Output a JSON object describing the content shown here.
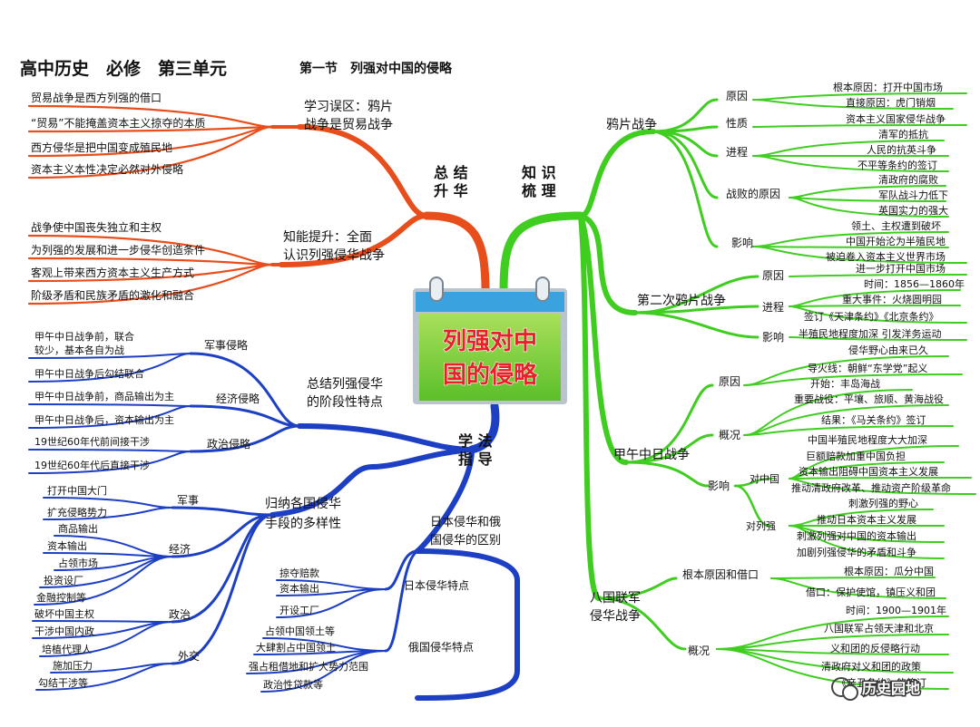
{
  "title": {
    "main": "高中历史　必修　第三单元",
    "section": "第一节　列强对中国的侵略"
  },
  "center": {
    "line1": "列强对中",
    "line2": "国的侵略"
  },
  "hubs": {
    "summary": {
      "l1": "总 结",
      "l2": "升 华"
    },
    "knowledge": {
      "l1": "知 识",
      "l2": "梳 理"
    },
    "method": {
      "l1": "学 法",
      "l2": "指 导"
    }
  },
  "summary": {
    "misconception": {
      "l1": "学习误区：鸦片",
      "l2": "战争是贸易战争",
      "items": [
        "贸易战争是西方列强的借口",
        "“贸易”不能掩盖资本主义掠夺的本质",
        "西方侵华是把中国变成殖民地",
        "资本主义本性决定必然对外侵略"
      ]
    },
    "knowledge_up": {
      "l1": "知能提升：全面",
      "l2": "认识列强侵华战争",
      "items": [
        "战争使中国丧失独立和主权",
        "为列强的发展和进一步侵华创造条件",
        "客观上带来西方资本主义生产方式",
        "阶级矛盾和民族矛盾的激化和融合"
      ]
    }
  },
  "method": {
    "stages": {
      "l1": "总结列强侵华",
      "l2": "的阶段性特点",
      "military": {
        "label": "军事侵略",
        "items": [
          [
            "甲午中日战争前，联合",
            "较少，基本各自为战"
          ],
          [
            "甲午中日战争后勾结联合"
          ]
        ]
      },
      "economic": {
        "label": "经济侵略",
        "items": [
          "甲午中日战争前，商品输出为主",
          "甲午中日战争后，资本输出为主"
        ]
      },
      "political": {
        "label": "政治侵略",
        "items": [
          "19世纪60年代前间接干涉",
          "19世纪60年代后直接干涉"
        ]
      }
    },
    "means": {
      "l1": "归纳各国侵华",
      "l2": "手段的多样性",
      "military": {
        "label": "军事",
        "items": [
          "打开中国大门",
          "扩充侵略势力"
        ]
      },
      "economic": {
        "label": "经济",
        "items": [
          "商品输出",
          "资本输出",
          "占领市场",
          "投资设厂",
          "金融控制等"
        ]
      },
      "political": {
        "label": "政治",
        "items": [
          "破坏中国主权",
          "干涉中国内政",
          "培植代理人"
        ]
      },
      "diplomacy": {
        "label": "外交",
        "items": [
          "施加压力",
          "勾结干涉等"
        ]
      }
    },
    "compare": {
      "l1": "日本侵华和俄",
      "l2": "国侵华的区别",
      "japan": {
        "label": "日本侵华特点",
        "items": [
          "掠夺赔款",
          "资本输出",
          "开设工厂"
        ]
      },
      "russia": {
        "label": "俄国侵华特点",
        "items": [
          "占领中国领土等",
          "大肆割占中国领土",
          "强占租借地和扩大势力范围",
          "政治性贷款等"
        ]
      }
    }
  },
  "knowledge": {
    "opium": {
      "label": "鸦片战争",
      "cause": {
        "label": "原因",
        "items": [
          "根本原因：打开中国市场",
          "直接原因：虎门销烟"
        ]
      },
      "nature": {
        "label": "性质",
        "items": [
          "资本主义国家侵华战争"
        ]
      },
      "process": {
        "label": "进程",
        "items": [
          "清军的抵抗",
          "人民的抗英斗争",
          "不平等条约的签订"
        ]
      },
      "defeat": {
        "label": "战败的原因",
        "items": [
          "清政府的腐败",
          "军队战斗力低下",
          "英国实力的强大"
        ]
      },
      "impact": {
        "label": "影响",
        "items": [
          "领土、主权遭到破坏",
          "中国开始沦为半殖民地",
          "被迫卷入资本主义世界市场"
        ]
      }
    },
    "opium2": {
      "label": "第二次鸦片战争",
      "cause": {
        "label": "原因",
        "items": [
          "进一步打开中国市场"
        ]
      },
      "process": {
        "label": "进程",
        "items": [
          "时间：1856—1860年",
          "重大事件：火烧圆明园",
          "签订《天津条约》《北京条约》"
        ]
      },
      "impact": {
        "label": "影响",
        "items": [
          "半殖民地程度加深  引发洋务运动"
        ]
      }
    },
    "sino_japanese": {
      "label": "甲午中日战争",
      "cause": {
        "label": "原因",
        "items": [
          "侵华野心由来已久",
          "导火线：朝鲜“东学党”起义"
        ]
      },
      "overview": {
        "label": "概况",
        "items": [
          "开始：丰岛海战",
          "重要战役：平壤、旅顺、黄海战役",
          "结果：《马关条约》签订"
        ]
      },
      "impact": {
        "label": "影响",
        "to_china": {
          "label": "对中国",
          "items": [
            "中国半殖民地程度大大加深",
            "巨额赔款加重中国负担",
            "资本输出阻碍中国资本主义发展",
            "推动清政府改革、推动资产阶级革命"
          ]
        },
        "to_powers": {
          "label": "对列强",
          "items": [
            "刺激列强的野心",
            "推动日本资本主义发展",
            "刺激列强对中国的资本输出",
            "加剧列强侵华的矛盾和斗争"
          ]
        }
      }
    },
    "eight_nation": {
      "l1": "八国联军",
      "l2": "侵华战争",
      "cause": {
        "label": "根本原因和借口",
        "items": [
          "根本原因：瓜分中国",
          "借口：保护使馆，镇压义和团"
        ]
      },
      "overview": {
        "label": "概况",
        "items": [
          "时间：1900—1901年",
          "八国联军占领天津和北京",
          "义和团的反侵略行动",
          "清政府对义和团的政策",
          "《辛丑条约》的签订"
        ]
      }
    }
  },
  "watermark": "历史园地",
  "colors": {
    "orange": "#e84e1b",
    "green": "#3fcd20",
    "blue": "#1d3fc4",
    "title_blue": "#1a2f9a",
    "center_red": "#e8202a"
  }
}
